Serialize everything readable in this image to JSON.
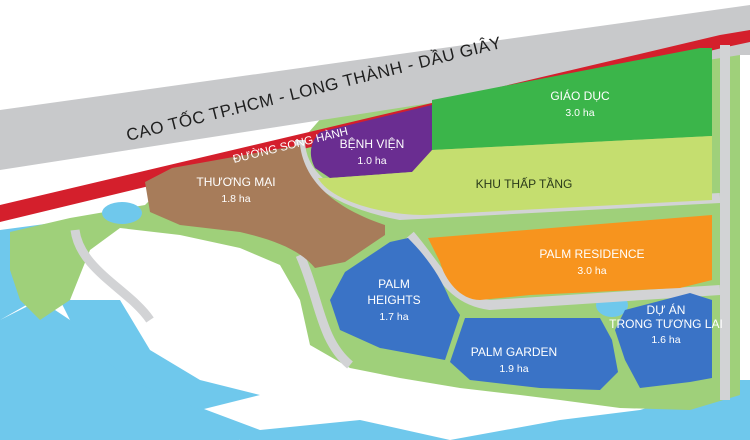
{
  "map": {
    "highway_label": "CAO TỐC TP.HCM - LONG THÀNH - DẦU GIÂY",
    "parallel_road_label": "ĐƯỜNG SONG HÀNH",
    "zones": {
      "giao_duc": {
        "name": "GIÁO DỤC",
        "area": "3.0 ha",
        "color": "#3bb54a"
      },
      "benh_vien": {
        "name": "BỆNH VIỆN",
        "area": "1.0 ha",
        "color": "#6a2d91"
      },
      "thuong_mai": {
        "name": "THƯƠNG MẠI",
        "area": "1.8 ha",
        "color": "#a77c5a"
      },
      "khu_thap_tang": {
        "name": "KHU THẤP TẦNG",
        "color": "#c5de6f"
      },
      "palm_residence": {
        "name": "PALM RESIDENCE",
        "area": "3.0 ha",
        "color": "#f7941e"
      },
      "palm_heights": {
        "name_line1": "PALM",
        "name_line2": "HEIGHTS",
        "area": "1.7 ha",
        "color": "#3a73c6"
      },
      "palm_garden": {
        "name": "PALM GARDEN",
        "area": "1.9 ha",
        "color": "#3a73c6"
      },
      "du_an": {
        "name_line1": "DỰ ÁN",
        "name_line2": "TRONG TƯƠNG LAI",
        "area": "1.6 ha",
        "color": "#3a73c6"
      }
    },
    "colors": {
      "water": "#6fc8ec",
      "grass": "#9fd07a",
      "road": "#d2d3d5",
      "road_edge": "#9c9ea1",
      "highway": "#c8c9cb",
      "parallel_road": "#d41f2c"
    }
  }
}
